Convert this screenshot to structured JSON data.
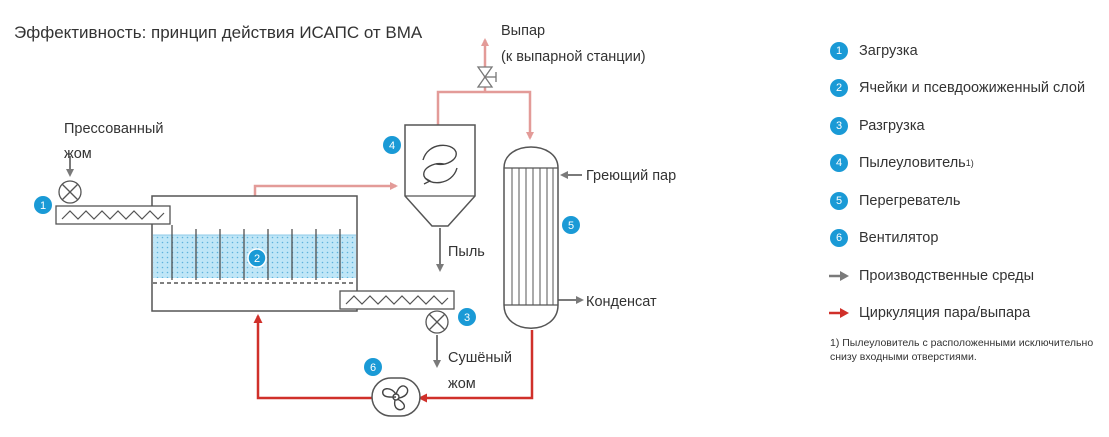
{
  "title": "Эффективность: принцип действия ИСАПС от ВМА",
  "labels": {
    "vapor_line1": "Выпар",
    "vapor_line2": "(к выпарной станции)",
    "pressed_line1": "Прессованный",
    "pressed_line2": "жом",
    "heating_steam": "Греющий пар",
    "dust": "Пыль",
    "condensate": "Конденсат",
    "dried_line1": "Сушёный",
    "dried_line2": "жом"
  },
  "markers": [
    "1",
    "2",
    "3",
    "4",
    "5",
    "6"
  ],
  "legend": {
    "items": [
      {
        "number": "1",
        "text": "Загрузка"
      },
      {
        "number": "2",
        "text": "Ячейки и псевдоожиженный слой"
      },
      {
        "number": "3",
        "text": "Разгрузка"
      },
      {
        "number": "4",
        "text": "Пылеуловитель",
        "sup": "1)"
      },
      {
        "number": "5",
        "text": "Перегреватель"
      },
      {
        "number": "6",
        "text": "Вентилятор"
      }
    ],
    "arrows": [
      {
        "text": "Производственные среды",
        "color": "#7a7a7a"
      },
      {
        "text": "Циркуляция пара/выпара",
        "color": "#d0302a"
      }
    ]
  },
  "footnote": "1) Пылеуловитель с расположенными исключительно снизу входными отверстиями.",
  "colors": {
    "badge": "#1a9ad6",
    "steam_red": "#d0302a",
    "vapor_pink": "#e39b98",
    "media_gray": "#7a7a7a",
    "bed_blue": "#bfe6f7",
    "outline": "#555555"
  }
}
